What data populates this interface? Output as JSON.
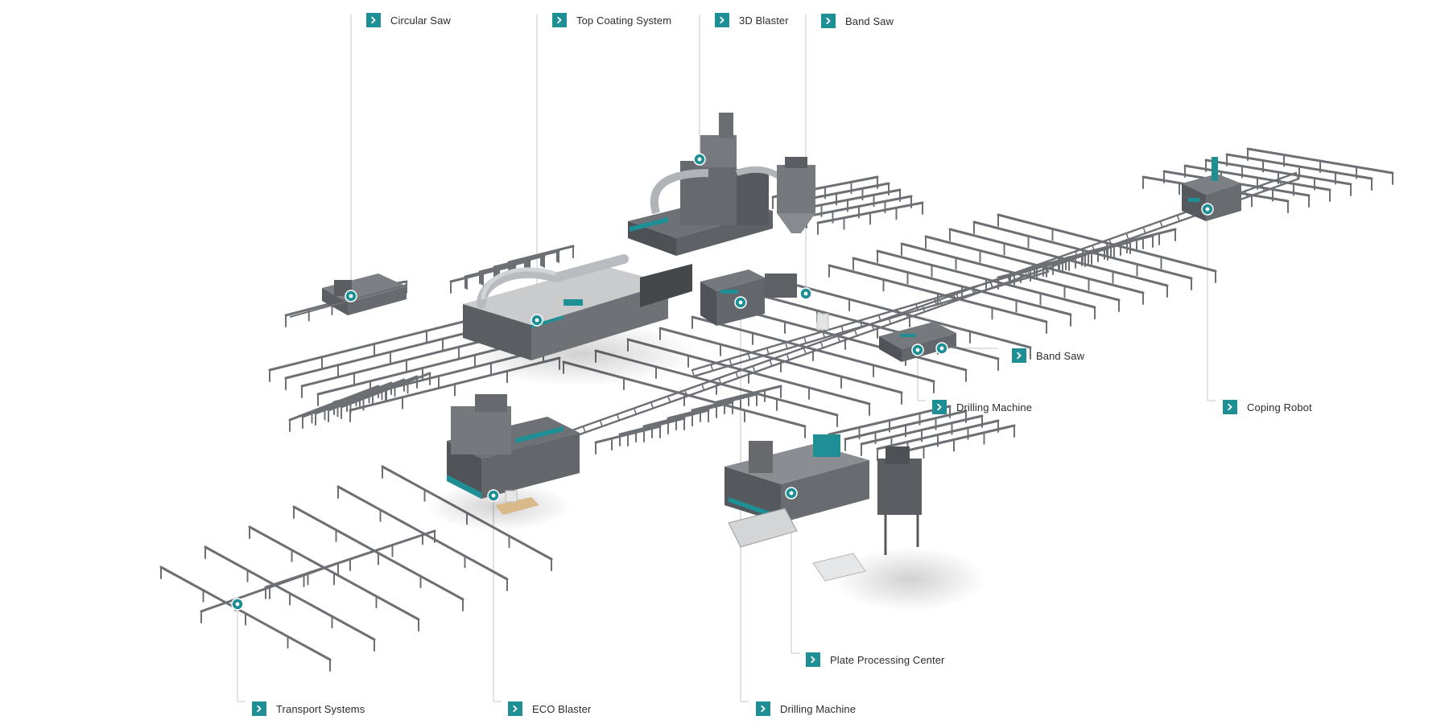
{
  "colors": {
    "accent": "#1f8f96",
    "machine_dark": "#5a5d61",
    "machine_mid": "#7c8084",
    "machine_light": "#b5b8bb",
    "rail": "#6c7074",
    "label_text": "#2c2c2c",
    "leader_line": "#c4c4c4"
  },
  "icons": {
    "label_marker": "chevron-right-icon",
    "hotspot_marker": "hotspot-dot-icon"
  },
  "stations": [
    {
      "id": "circular-saw",
      "label": "Circular Saw"
    },
    {
      "id": "top-coating-system",
      "label": "Top Coating System"
    },
    {
      "id": "3d-blaster",
      "label": "3D Blaster"
    },
    {
      "id": "band-saw-top",
      "label": "Band Saw"
    },
    {
      "id": "band-saw-right",
      "label": "Band Saw"
    },
    {
      "id": "drilling-machine-right",
      "label": "Drilling Machine"
    },
    {
      "id": "coping-robot",
      "label": "Coping Robot"
    },
    {
      "id": "plate-processing-center",
      "label": "Plate Processing Center"
    },
    {
      "id": "transport-systems",
      "label": "Transport Systems"
    },
    {
      "id": "eco-blaster",
      "label": "ECO Blaster"
    },
    {
      "id": "drilling-machine-bottom",
      "label": "Drilling Machine"
    }
  ]
}
